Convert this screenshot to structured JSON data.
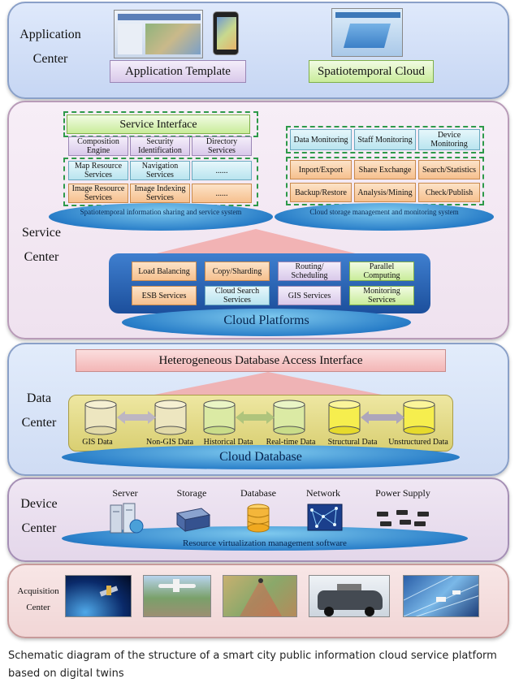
{
  "application_center": {
    "label_line1": "Application",
    "label_line2": "Center",
    "template_label": "Application Template",
    "cloud_label": "Spatiotemporal Cloud"
  },
  "service_center": {
    "label_line1": "Service",
    "label_line2": "Center",
    "service_interface": "Service Interface",
    "left_boxes": [
      [
        "Composition Engine",
        "Security Identification",
        "Directory Services"
      ],
      [
        "Map Resource Services",
        "Navigation Services",
        "......"
      ],
      [
        "Image Resource Services",
        "Image Indexing Services",
        "......"
      ]
    ],
    "left_platform": "Spatiotemporal information sharing and service system",
    "right_monitoring": [
      "Data Monitoring",
      "Staff Monitoring",
      "Device Monitoring"
    ],
    "right_boxes": [
      [
        "Inport/Export",
        "Share Exchange",
        "Search/Statistics"
      ],
      [
        "Backup/Restore",
        "Analysis/Mining",
        "Check/Publish"
      ]
    ],
    "right_platform": "Cloud storage management and monitoring system",
    "cloud_boxes": [
      [
        "Load Balancing",
        "Copy/Sharding",
        "Routing/ Scheduling",
        "Parallel Computing"
      ],
      [
        "ESB Services",
        "Cloud Search Services",
        "GIS Services",
        "Monitoring Services"
      ]
    ],
    "cloud_platform": "Cloud Platforms"
  },
  "data_center": {
    "label_line1": "Data",
    "label_line2": "Center",
    "access_interface": "Heterogeneous Database Access Interface",
    "databases": [
      "GIS Data",
      "Non-GIS Data",
      "Historical Data",
      "Real-time Data",
      "Structural Data",
      "Unstructured Data"
    ],
    "cloud_database": "Cloud Database"
  },
  "device_center": {
    "label_line1": "Device",
    "label_line2": "Center",
    "devices": [
      "Server",
      "Storage",
      "Database",
      "Network",
      "Power Supply"
    ],
    "virtualization": "Resource virtualization management software"
  },
  "acquisition_center": {
    "label_line1": "Acquisition",
    "label_line2": "Center"
  },
  "caption": "Schematic diagram of the structure of a smart city public information cloud service platform based on digital twins",
  "colors": {
    "dashed_border": "#2e9a4a",
    "platform_blue": "#2a7fc9",
    "access_interface_bg": "#f6c9c9",
    "big_arrow": "#f2a9a9"
  }
}
